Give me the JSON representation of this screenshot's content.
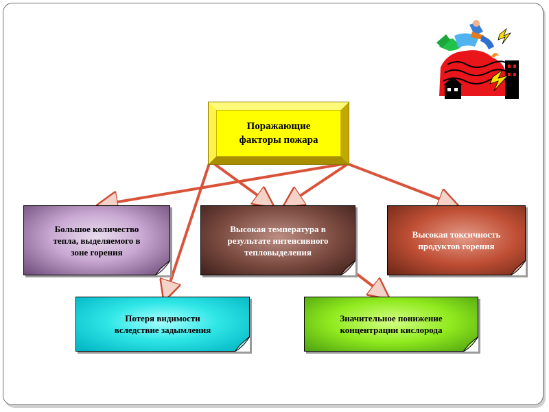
{
  "title": "Поражающие\nфакторы  пожара",
  "factors": [
    {
      "id": "heat",
      "text": "Большое количество\nтепла, выделяемого в\nзоне горения"
    },
    {
      "id": "temperature",
      "text": "Высокая температура в\nрезультате интенсивного\nтепловыделения"
    },
    {
      "id": "toxicity",
      "text": "Высокая токсичность\nпродуктов горения"
    },
    {
      "id": "visibility",
      "text": "Потеря видимости\nвследствие задымления"
    },
    {
      "id": "oxygen",
      "text": "Значительное понижение\nконцентрации кислорода"
    }
  ],
  "colors": {
    "arrow": "#d9533a",
    "title_fill": "#ffff00",
    "heat": "#c8a8d2",
    "temperature": "#7a4a40",
    "toxicity": "#c04f35",
    "visibility": "#2fe6e6",
    "oxygen": "#90ea1e"
  },
  "icon": "fire-hazard-icon"
}
